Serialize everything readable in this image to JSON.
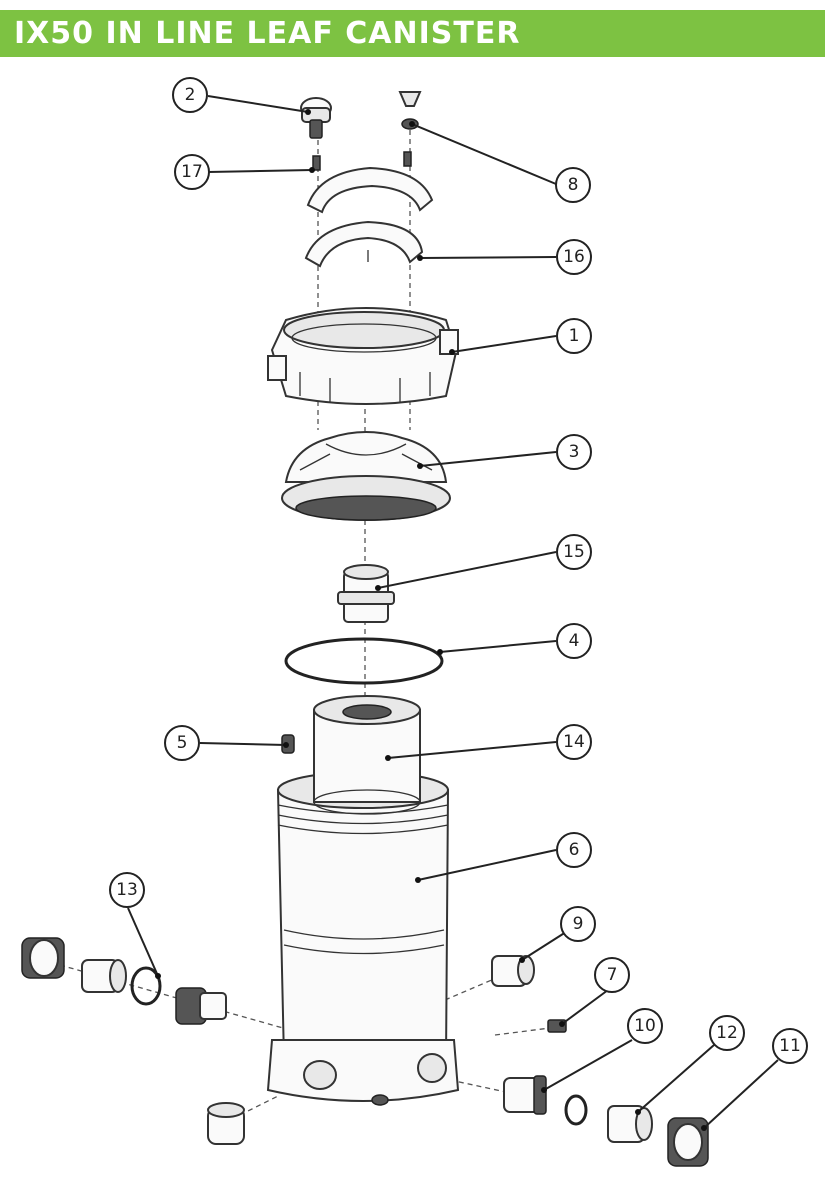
{
  "title": "IX50 IN LINE LEAF CANISTER",
  "colors": {
    "title_bar": "#7dc242",
    "title_text": "#ffffff",
    "line_art": "#333333"
  },
  "callouts": {
    "c1": "1",
    "c2": "2",
    "c3": "3",
    "c4": "4",
    "c5": "5",
    "c6": "6",
    "c7": "7",
    "c8": "8",
    "c9": "9",
    "c10": "10",
    "c11": "11",
    "c12": "12",
    "c13": "13",
    "c14": "14",
    "c15": "15",
    "c16": "16",
    "c17": "17"
  }
}
